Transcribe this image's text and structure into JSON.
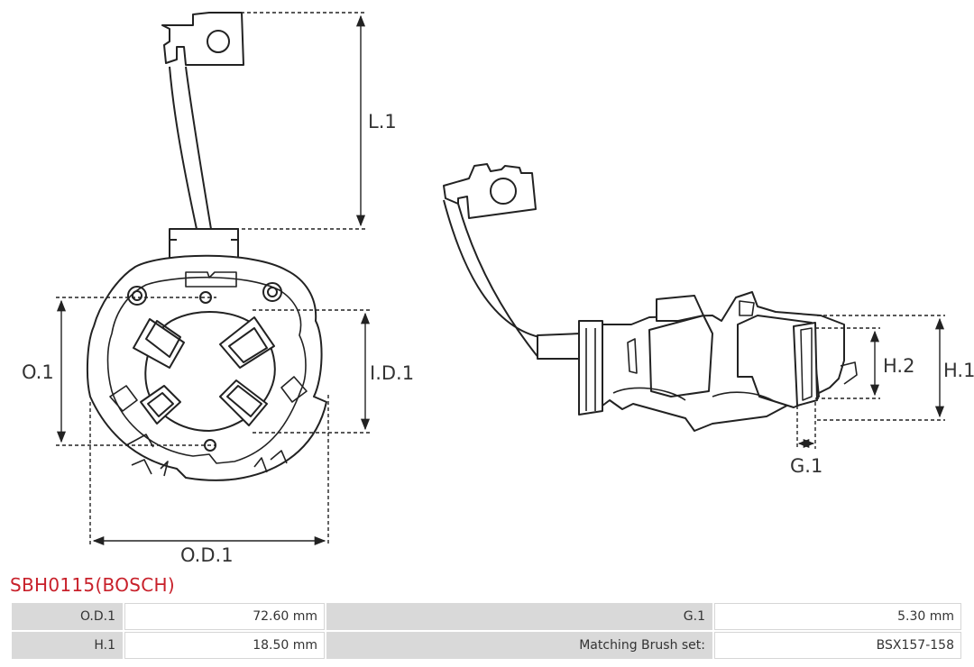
{
  "dimensions": {
    "l1": "L.1",
    "od1": "O.D.1",
    "id1": "I.D.1",
    "o1": "O.1",
    "h1": "H.1",
    "h2": "H.2",
    "g1": "G.1"
  },
  "product": {
    "title": "SBH0115(BOSCH)"
  },
  "specs": {
    "rows": [
      {
        "label_a": "O.D.1",
        "value_a": "72.60 mm",
        "label_b": "G.1",
        "value_b": "5.30 mm"
      },
      {
        "label_a": "H.1",
        "value_a": "18.50 mm",
        "label_b": "Matching Brush set:",
        "value_b": "BSX157-158"
      }
    ]
  }
}
